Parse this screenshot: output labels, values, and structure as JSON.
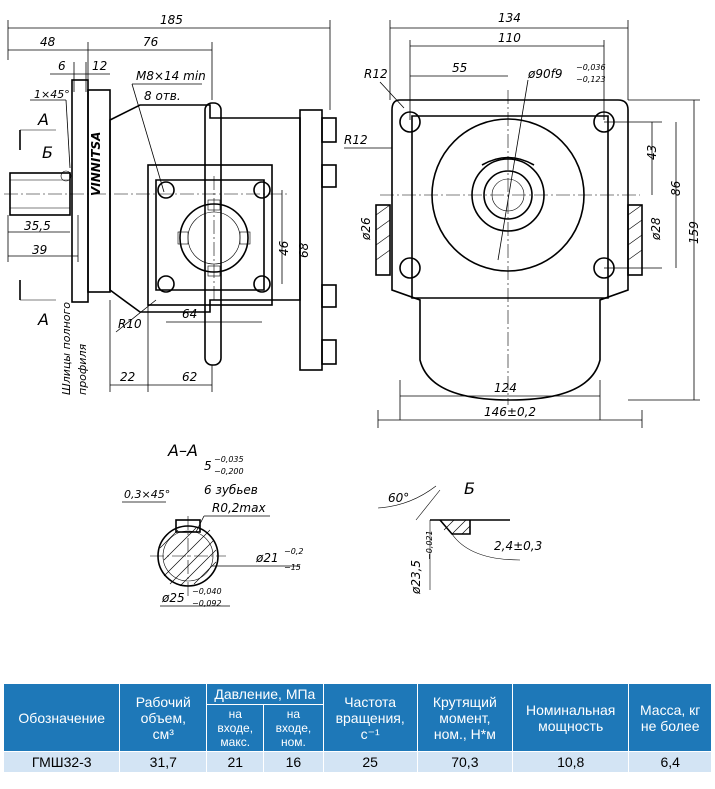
{
  "drawing": {
    "dims": {
      "d185": "185",
      "d48": "48",
      "d76": "76",
      "d6": "6",
      "d12": "12",
      "chamfer_1x45": "1×45°",
      "thread": "M8×14 min",
      "holes": "8 отв.",
      "d35_5": "35,5",
      "d39": "39",
      "r10": "R10",
      "d64": "64",
      "d46": "46",
      "d68": "68",
      "d22": "22",
      "d62": "62",
      "shaft_note_1": "Шлицы полного",
      "shaft_note_2": "профиля",
      "brand": "VINNITSA",
      "d134": "134",
      "d110": "110",
      "d55": "55",
      "r12_top": "R12",
      "r12_side": "R12",
      "d90_main": "ø90f9",
      "d90_tol_up": "−0,036",
      "d90_tol_low": "−0,123",
      "d43": "43",
      "d86": "86",
      "d159": "159",
      "d26": "ø26",
      "d28": "ø28",
      "d124": "124",
      "d146": "146±0,2"
    },
    "section_labels": {
      "a_top": "А",
      "b_top": "Б",
      "a_bottom": "А",
      "section_aa": "А–А",
      "view_b": "Б"
    },
    "section_dims": {
      "key_width": "5",
      "key_tol_up": "−0,035",
      "key_tol_low": "−0,200",
      "chamfer": "0,3×45°",
      "teeth": "6 зубьев",
      "radius": "R0,2max",
      "d21": "ø21",
      "d21_tol_up": "−0,2",
      "d21_tol_low": "−15",
      "d25": "ø25",
      "d25_tol_up": "−0,040",
      "d25_tol_low": "−0,092",
      "angle": "60°",
      "d23_5": "ø23,5",
      "d23_5_tol": "−0,021",
      "d2_4": "2,4±0,3"
    }
  },
  "table": {
    "h_designation": "Обозначение",
    "h_volume_1": "Рабочий",
    "h_volume_2": "объем,",
    "h_volume_3": "см³",
    "h_pressure": "Давление, МПа",
    "h_inlet_max_1": "на",
    "h_inlet_max_2": "входе,",
    "h_inlet_max_3": "макс.",
    "h_inlet_nom_1": "на",
    "h_inlet_nom_2": "входе,",
    "h_inlet_nom_3": "ном.",
    "h_freq_1": "Частота",
    "h_freq_2": "вращения,",
    "h_freq_3": "с⁻¹",
    "h_torque_1": "Крутящий",
    "h_torque_2": "момент,",
    "h_torque_3": "ном., Н*м",
    "h_power_1": "Номинальная",
    "h_power_2": "мощность",
    "h_mass_1": "Масса, кг",
    "h_mass_2": "не более",
    "row": {
      "designation": "ГМШ32-3",
      "volume": "31,7",
      "inlet_max": "21",
      "inlet_nom": "16",
      "frequency": "25",
      "torque": "70,3",
      "power": "10,8",
      "mass": "6,4"
    }
  }
}
